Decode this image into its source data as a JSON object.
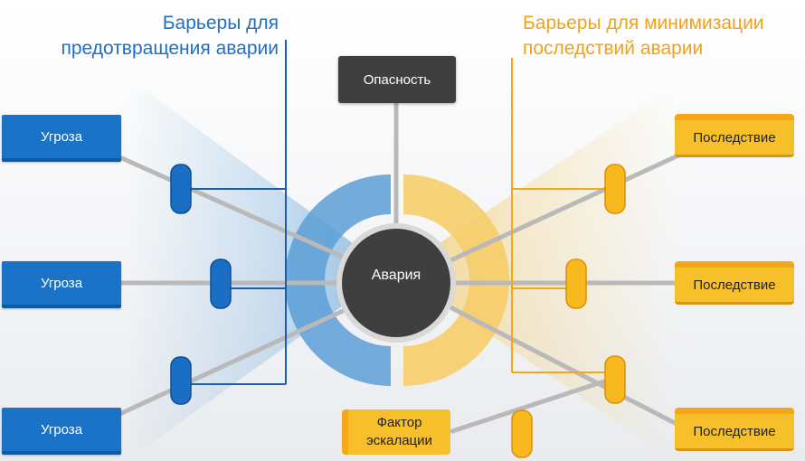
{
  "headings": {
    "prevention": "Барьеры для\nпредотвращения аварии",
    "mitigation": "Барьеры для минимизации\nпоследствий аварии"
  },
  "hazard": {
    "label": "Опасность"
  },
  "top_event": {
    "label": "Авария"
  },
  "threats": [
    {
      "label": "Угроза"
    },
    {
      "label": "Угроза"
    },
    {
      "label": "Угроза"
    }
  ],
  "consequences": [
    {
      "label": "Последствие"
    },
    {
      "label": "Последствие"
    },
    {
      "label": "Последствие"
    }
  ],
  "escalation_factor": {
    "label": "Фактор\nэскалации"
  },
  "colors": {
    "prevention_blue": "#1a73c6",
    "mitigation_orange": "#f3a81a",
    "event_dark": "#3f3f3f",
    "connector_gray": "#b9b9b9"
  }
}
